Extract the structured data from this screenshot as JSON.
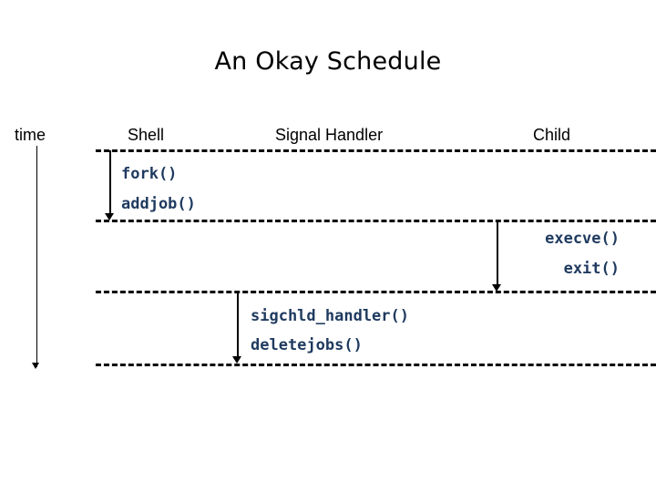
{
  "slide": {
    "title": "An Okay Schedule",
    "background_color": "#ffffff",
    "title_color": "#000000"
  },
  "diagram": {
    "type": "sequence-timeline",
    "line_color": "#000000",
    "code_color": "#1F3A5F",
    "columns": [
      {
        "id": "time",
        "label": "time"
      },
      {
        "id": "shell",
        "label": "Shell"
      },
      {
        "id": "signal-handler",
        "label": "Signal Handler"
      },
      {
        "id": "child",
        "label": "Child"
      }
    ],
    "time_axis": {
      "label": "time",
      "direction": "downward",
      "arrow": "down-arrow-icon"
    },
    "separators": [
      {
        "id": "separator-1",
        "style": "dashed"
      },
      {
        "id": "separator-2",
        "style": "dashed"
      },
      {
        "id": "separator-3",
        "style": "dashed"
      },
      {
        "id": "separator-4",
        "style": "dashed"
      }
    ],
    "lifelines": [
      {
        "id": "lifeline-shell",
        "column": "shell",
        "arrow": "down-arrow-icon"
      },
      {
        "id": "lifeline-child",
        "column": "child",
        "arrow": "down-arrow-icon"
      },
      {
        "id": "lifeline-signal-handler",
        "column": "signal-handler",
        "arrow": "down-arrow-icon"
      }
    ],
    "events": [
      {
        "id": "event-fork",
        "column": "shell",
        "band": 1,
        "text": "fork()"
      },
      {
        "id": "event-addjob",
        "column": "shell",
        "band": 1,
        "text": "addjob()"
      },
      {
        "id": "event-execve",
        "column": "child",
        "band": 2,
        "text": "execve()"
      },
      {
        "id": "event-exit",
        "column": "child",
        "band": 2,
        "text": "exit()"
      },
      {
        "id": "event-sigchld-handler",
        "column": "signal-handler",
        "band": 3,
        "text": "sigchld_handler()"
      },
      {
        "id": "event-deletejobs",
        "column": "signal-handler",
        "band": 3,
        "text": "deletejobs()"
      }
    ]
  }
}
